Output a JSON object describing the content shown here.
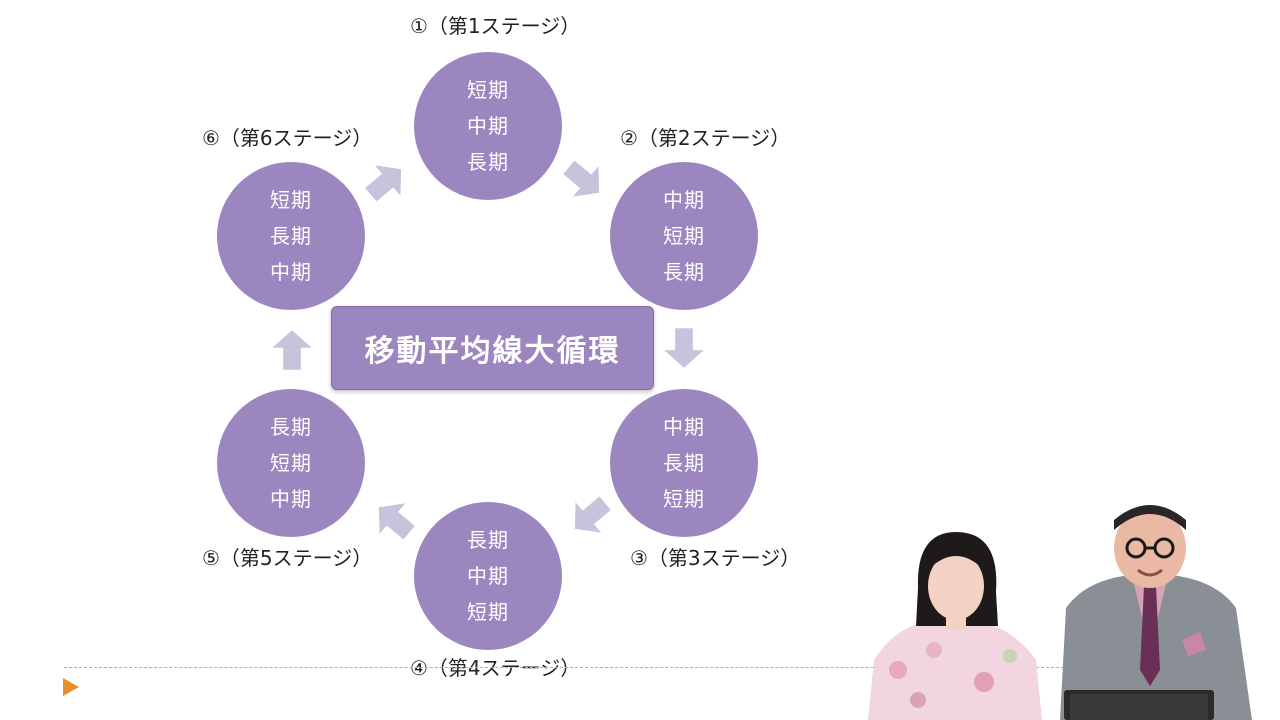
{
  "diagram": {
    "title": "移動平均線大循環",
    "stages": [
      {
        "label": "①（第1ステージ）",
        "lines": [
          "短期",
          "中期",
          "長期"
        ]
      },
      {
        "label": "②（第2ステージ）",
        "lines": [
          "中期",
          "短期",
          "長期"
        ]
      },
      {
        "label": "③（第3ステージ）",
        "lines": [
          "中期",
          "長期",
          "短期"
        ]
      },
      {
        "label": "④（第4ステージ）",
        "lines": [
          "長期",
          "中期",
          "短期"
        ]
      },
      {
        "label": "⑤（第5ステージ）",
        "lines": [
          "長期",
          "短期",
          "中期"
        ]
      },
      {
        "label": "⑥（第6ステージ）",
        "lines": [
          "短期",
          "長期",
          "中期"
        ]
      }
    ]
  },
  "colors": {
    "circle": "#9b86c0",
    "arrow": "#c9c2dc",
    "divider": "#e3a35a",
    "marker": "#e98d2c"
  }
}
